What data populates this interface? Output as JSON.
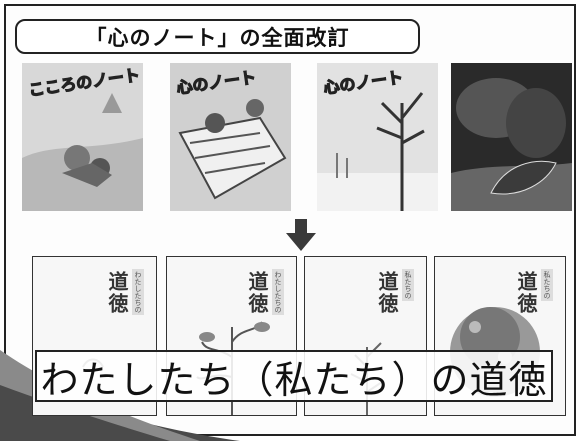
{
  "title": "「心のノート」の全面改訂",
  "old_covers": [
    {
      "logo": "こころのノート"
    },
    {
      "logo": "心のノート"
    },
    {
      "logo": "心のノート"
    },
    {
      "logo": ""
    }
  ],
  "new_covers": [
    {
      "title": "道徳",
      "subtitle": "わたしたちの"
    },
    {
      "title": "道徳",
      "subtitle": "わたしたちの"
    },
    {
      "title": "道徳",
      "subtitle": "私たちの"
    },
    {
      "title": "道徳",
      "subtitle": "私たちの"
    }
  ],
  "banner": "わたしたち（私たち）の道徳",
  "colors": {
    "ink": "#222222",
    "gray": "#9a9a9a",
    "dark": "#3a3a3a"
  }
}
